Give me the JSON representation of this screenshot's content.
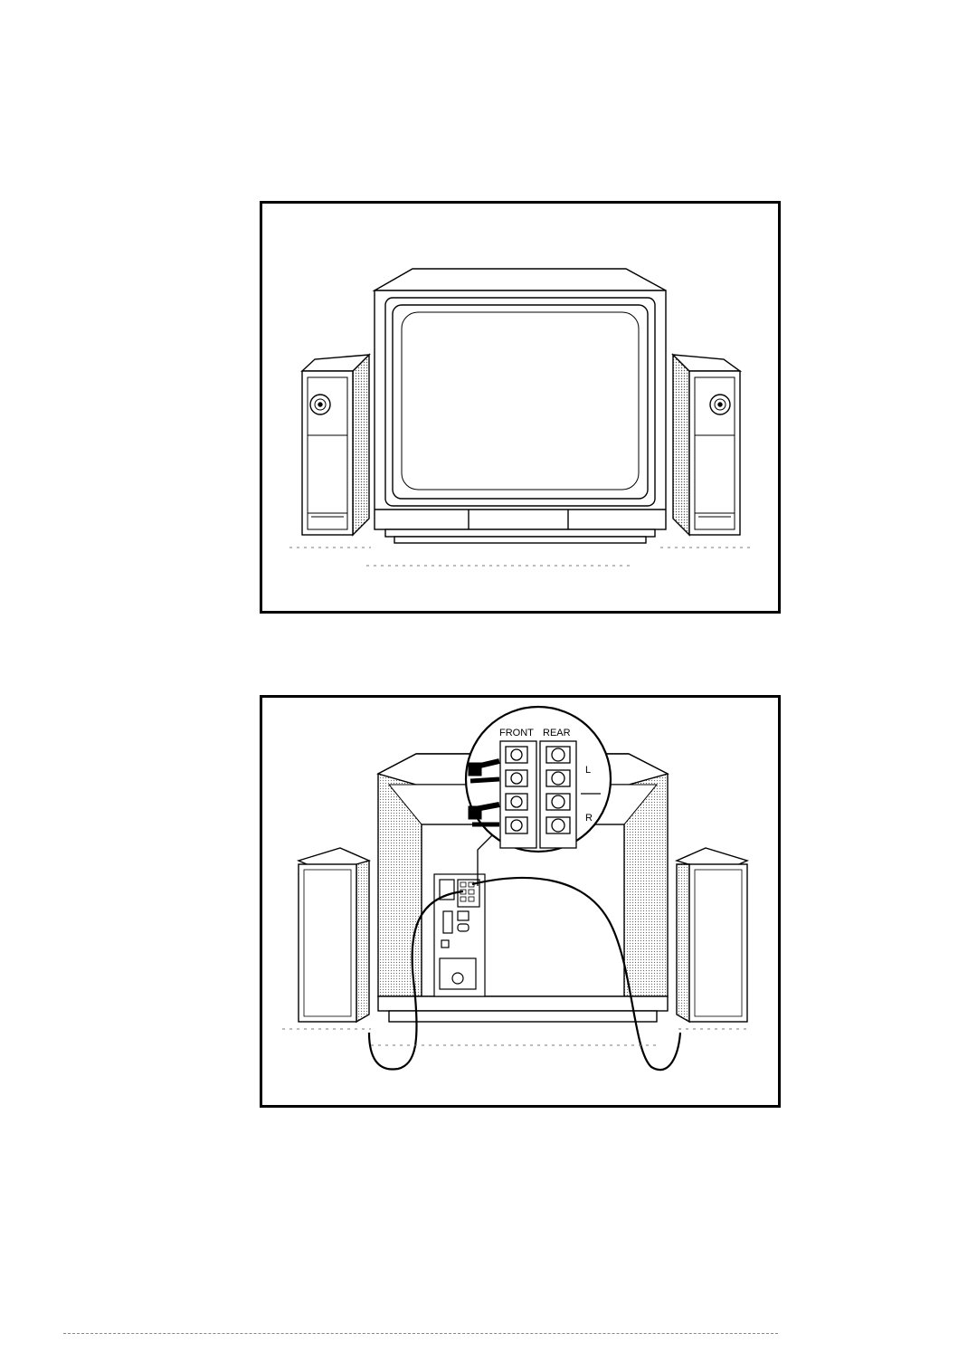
{
  "panels": {
    "front": {},
    "back": {
      "terminal_headers": {
        "front": "FRONT",
        "rear": "REAR"
      },
      "channel_labels": {
        "left": "L",
        "right": "R"
      }
    }
  },
  "colors": {
    "ink": "#000000",
    "paper": "#ffffff",
    "shade": "#9a9a9a"
  }
}
